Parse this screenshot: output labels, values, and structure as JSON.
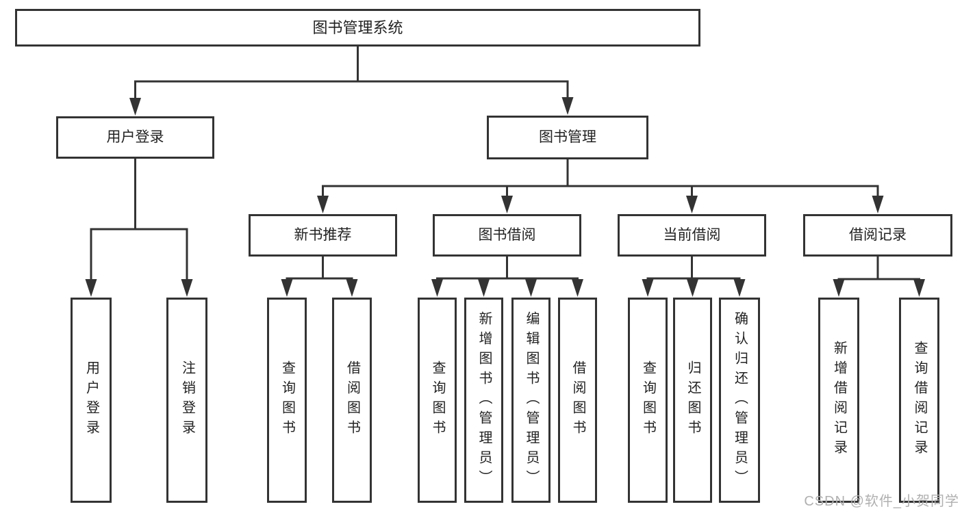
{
  "diagram_title": "图书管理系统",
  "watermark": "CSDN @软件_小贺同学",
  "colors": {
    "line": "#333333",
    "box_border": "#333333",
    "text": "#222222",
    "watermark": "#b0b0b0",
    "background": "#ffffff"
  },
  "tree": {
    "id": "root",
    "label": "图书管理系统",
    "children": [
      {
        "id": "user-login",
        "label": "用户登录",
        "children": [
          {
            "id": "login",
            "label": "用户登录"
          },
          {
            "id": "logout",
            "label": "注销登录"
          }
        ]
      },
      {
        "id": "book-management",
        "label": "图书管理",
        "children": [
          {
            "id": "new-book-recommend",
            "label": "新书推荐",
            "children": [
              {
                "id": "nbr-query-book",
                "label": "查询图书"
              },
              {
                "id": "nbr-borrow-book",
                "label": "借阅图书"
              }
            ]
          },
          {
            "id": "book-borrowing",
            "label": "图书借阅",
            "children": [
              {
                "id": "bb-query-book",
                "label": "查询图书"
              },
              {
                "id": "bb-add-book",
                "label": "新增图书（管理员）"
              },
              {
                "id": "bb-edit-book",
                "label": "编辑图书（管理员）"
              },
              {
                "id": "bb-borrow-book",
                "label": "借阅图书"
              }
            ]
          },
          {
            "id": "current-borrowing",
            "label": "当前借阅",
            "children": [
              {
                "id": "cb-query-book",
                "label": "查询图书"
              },
              {
                "id": "cb-return-book",
                "label": "归还图书"
              },
              {
                "id": "cb-confirm-return",
                "label": "确认归还（管理员）"
              }
            ]
          },
          {
            "id": "borrow-records",
            "label": "借阅记录",
            "children": [
              {
                "id": "br-add-record",
                "label": "新增借阅记录"
              },
              {
                "id": "br-query-record",
                "label": "查询借阅记录"
              }
            ]
          }
        ]
      }
    ]
  }
}
